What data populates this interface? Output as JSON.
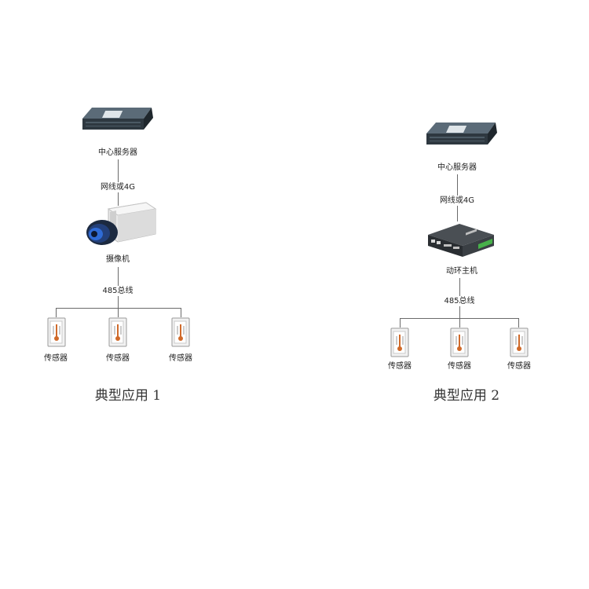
{
  "diagram1": {
    "server_label": "中心服务器",
    "link_label": "网线或4G",
    "device_label": "摄像机",
    "bus_label": "485总线",
    "sensor_labels": [
      "传感器",
      "传感器",
      "传感器"
    ],
    "caption": "典型应用 1"
  },
  "diagram2": {
    "server_label": "中心服务器",
    "link_label": "网线或4G",
    "device_label": "动环主机",
    "bus_label": "485总线",
    "sensor_labels": [
      "传感器",
      "传感器",
      "传感器"
    ],
    "caption": "典型应用 2"
  },
  "icons": {
    "server": "server-rack-icon",
    "camera": "camera-icon",
    "host": "monitoring-host-icon",
    "sensor": "sensor-icon"
  }
}
